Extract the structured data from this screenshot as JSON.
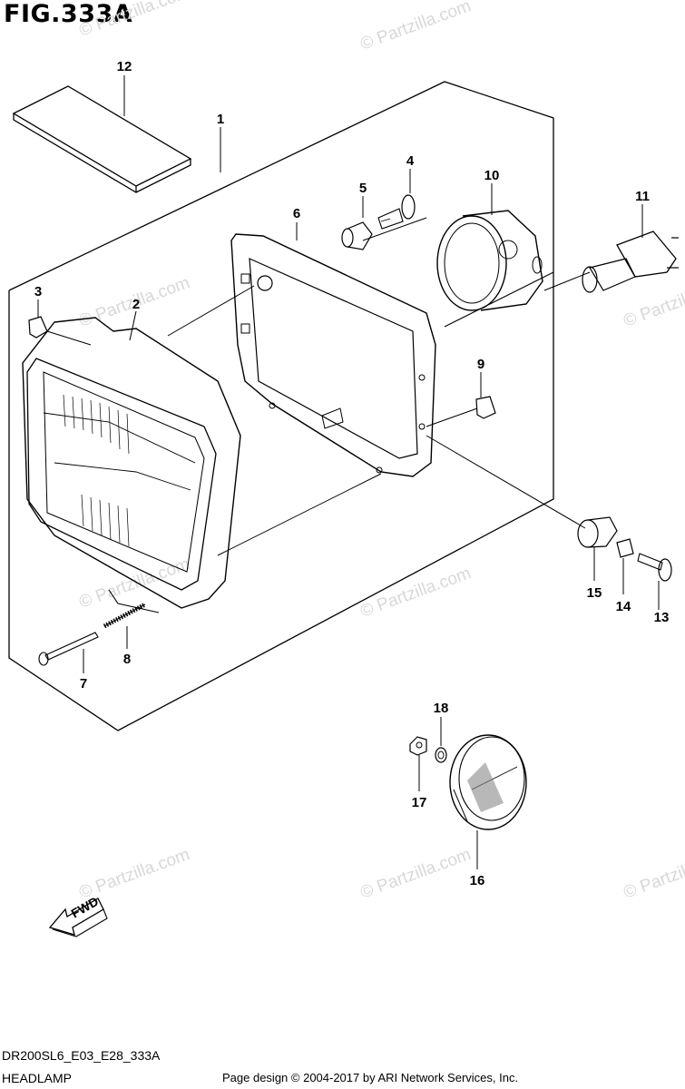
{
  "figure_title": "FIG.333A",
  "watermark": "© Partzilla.com",
  "callouts": {
    "p1": "1",
    "p2": "2",
    "p3": "3",
    "p4": "4",
    "p5": "5",
    "p6": "6",
    "p7": "7",
    "p8": "8",
    "p9": "9",
    "p10": "10",
    "p11": "11",
    "p12": "12",
    "p13": "13",
    "p14": "14",
    "p15": "15",
    "p16": "16",
    "p17": "17",
    "p18": "18"
  },
  "fwd_label": "FWD",
  "footer": {
    "code": "DR200SL6_E03_E28_333A",
    "section_name": "HEADLAMP",
    "credit": "Page design © 2004-2017 by ARI Network Services, Inc."
  }
}
